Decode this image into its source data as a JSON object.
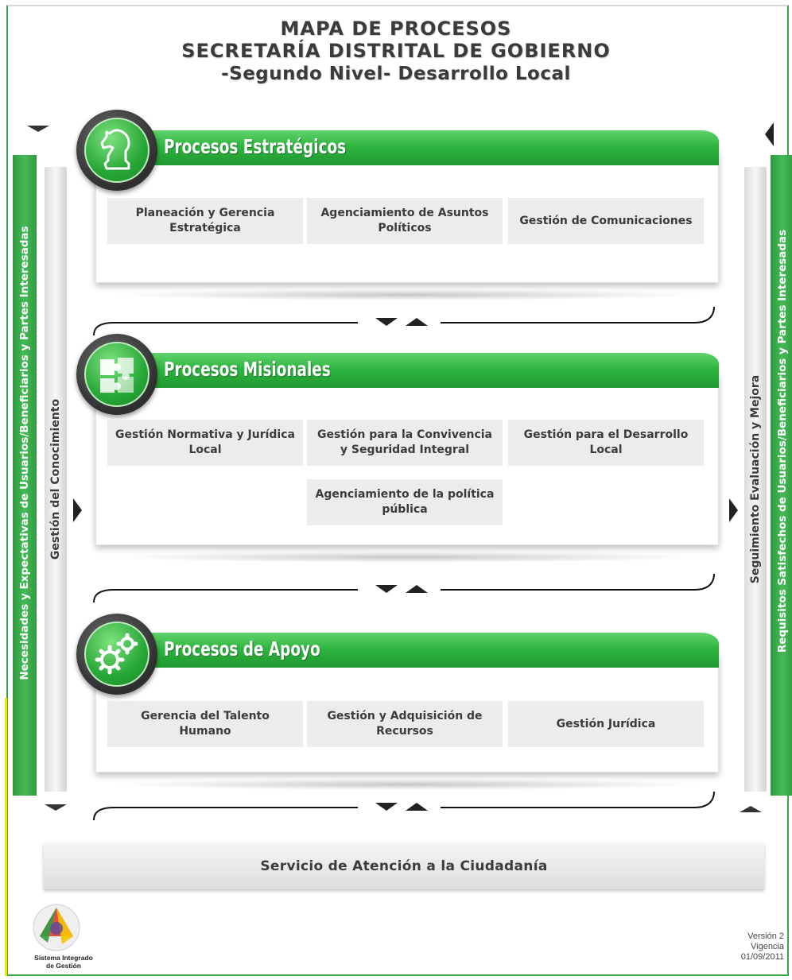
{
  "title": {
    "line1": "MAPA DE PROCESOS",
    "line2": "SECRETARÍA DISTRITAL DE GOBIERNO",
    "line3": "-Segundo Nivel- Desarrollo Local"
  },
  "left_bar": {
    "outer_label": "Necesidades y Expectativas de Usuarios/Beneficiarios y Partes Interesadas",
    "inner_label": "Gestión del Conocimiento"
  },
  "right_bar": {
    "outer_label": "Requisitos Satisfechos de Usuarios/Beneficiarios y Partes Interesadas",
    "inner_label": "Seguimiento Evaluación y Mejora"
  },
  "sections": [
    {
      "title": "Procesos Estratégicos",
      "icon": "chess-knight-icon",
      "processes": [
        "Planeación y Gerencia Estratégica",
        "Agenciamiento de Asuntos Políticos",
        "Gestión de Comunicaciones"
      ]
    },
    {
      "title": "Procesos Misionales",
      "icon": "puzzle-icon",
      "processes": [
        "Gestión Normativa y Jurídica Local",
        "Gestión para la Convivencia y Seguridad Integral",
        "Gestión para el Desarrollo Local",
        "Agenciamiento de la política pública"
      ]
    },
    {
      "title": "Procesos de Apoyo",
      "icon": "gears-icon",
      "processes": [
        "Gerencia del Talento Humano",
        "Gestión y Adquisición de Recursos",
        "Gestión Jurídica"
      ]
    }
  ],
  "service": "Servicio de Atención a la Ciudadanía",
  "logo": {
    "name_line1": "Sistema Integrado",
    "name_line2": "de Gestión"
  },
  "version": {
    "line1": "Versión 2",
    "line2": "Vigencia",
    "line3": "01/09/2011"
  },
  "colors": {
    "green": "#2fb541",
    "dark_text": "#3b3b3b",
    "box_grey": "#ececec"
  }
}
